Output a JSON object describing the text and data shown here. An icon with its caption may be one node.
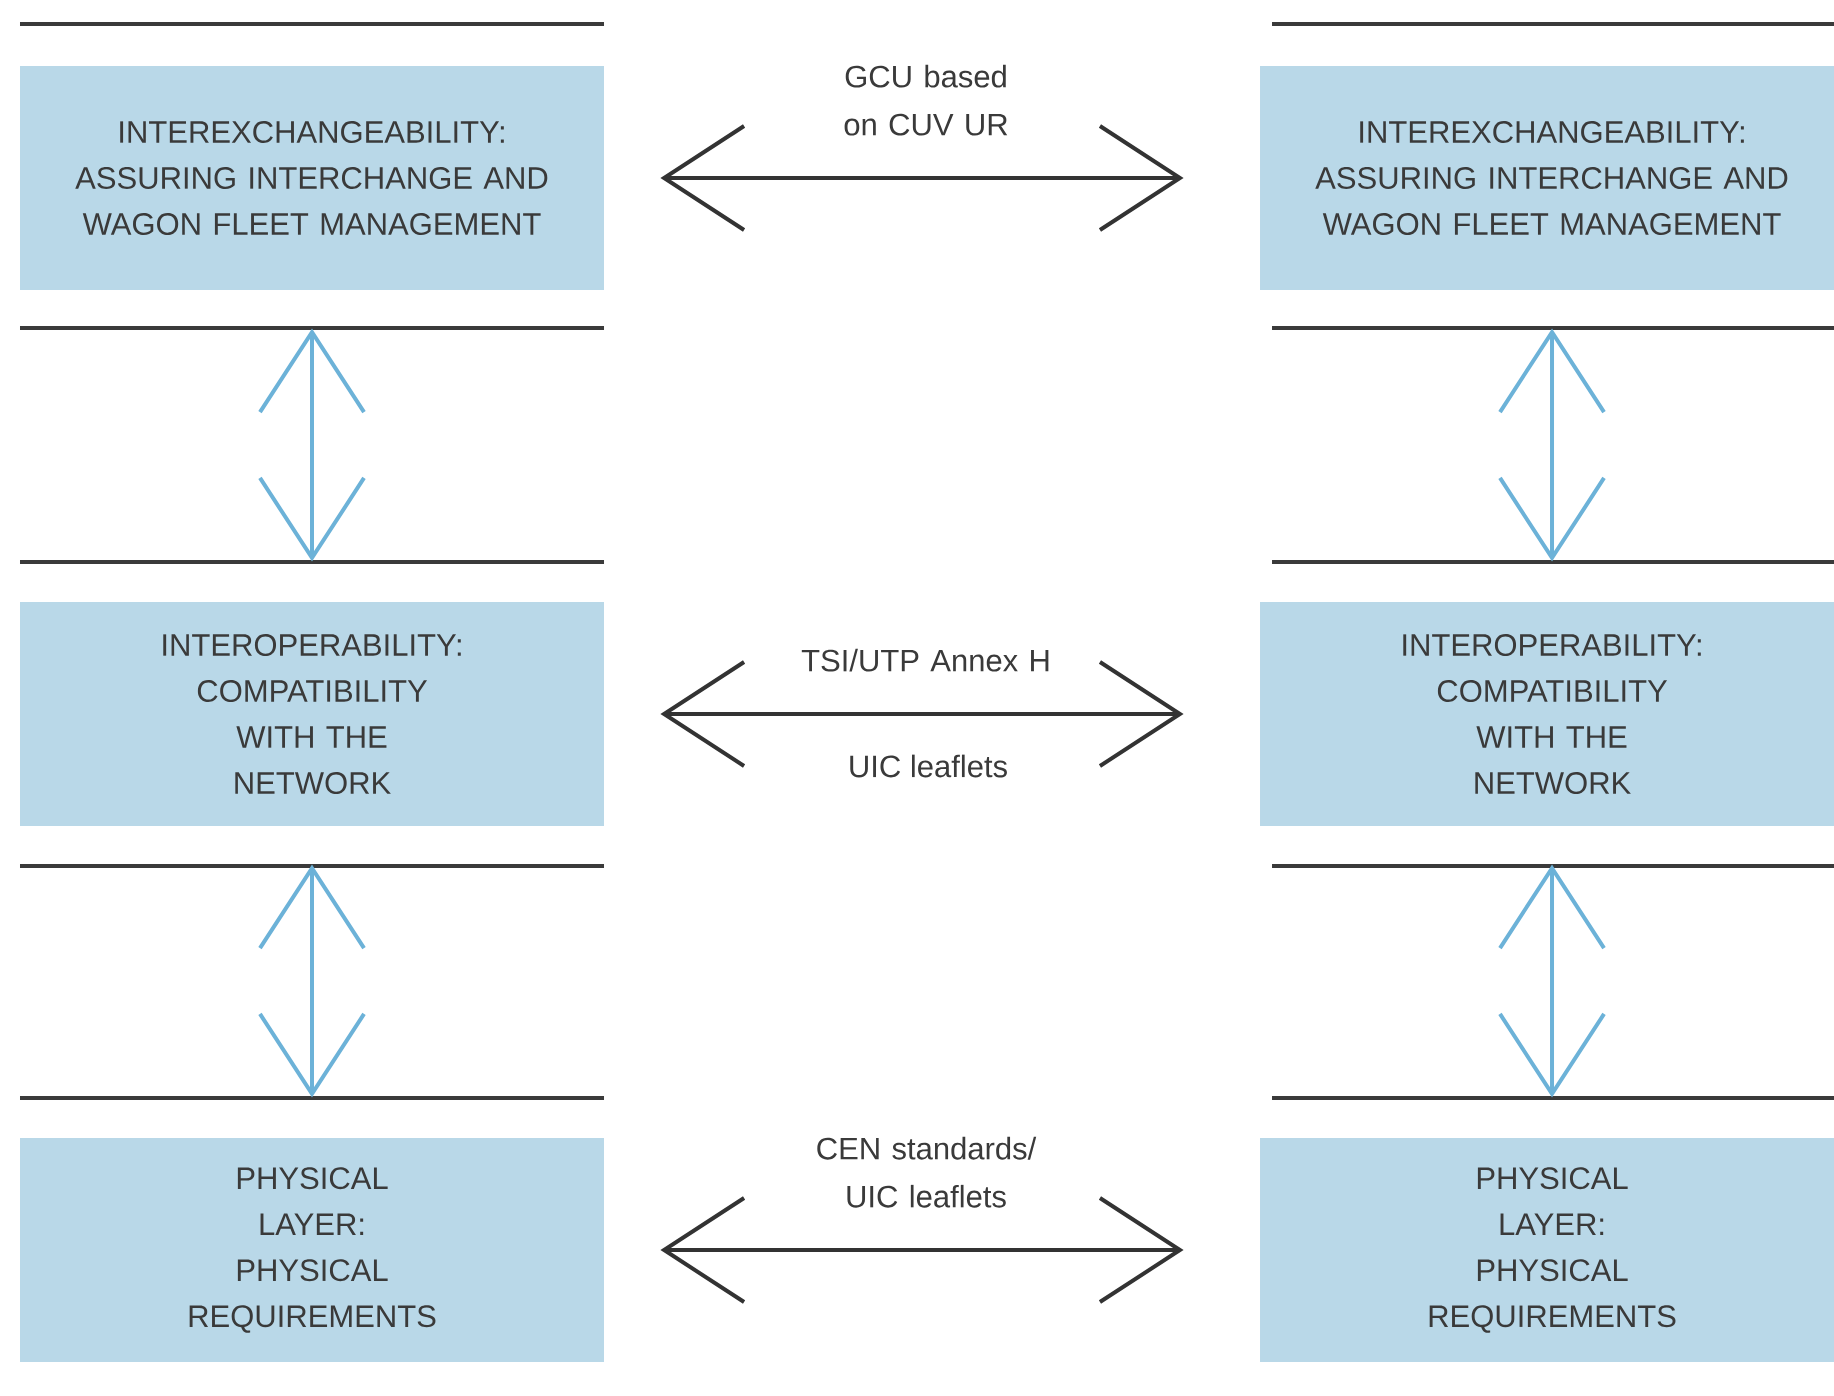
{
  "diagram": {
    "nodes": [
      {
        "text": [
          "INTEREXCHANGEABILITY: ASSURING INTERCHANGE AND WAGON FLEET MANAGEMENT"
        ]
      },
      {
        "text": [
          "INTEREXCHANGEABILITY: ASSURING INTERCHANGE AND WAGON FLEET MANAGEMENT"
        ]
      },
      {
        "text": [
          "INTEROPERABILITY: COMPATIBILITY WITH THE NETWORK"
        ]
      },
      {
        "text": [
          "INTEROPERABILITY: COMPATIBILITY WITH THE NETWORK"
        ]
      },
      {
        "text": [
          "PHYSICAL LAYER: PHYSICAL REQUIREMENTS"
        ]
      },
      {
        "text": [
          "PHYSICAL LAYER: PHYSICAL REQUIREMENTS"
        ]
      }
    ],
    "edges": [
      {
        "from": 0,
        "to": 1,
        "arrow": "both",
        "label": "GCU based on CUV UR",
        "color": "#333333"
      },
      {
        "from": 0,
        "to": 2,
        "arrow": "both"
      },
      {
        "from": 1,
        "to": 3,
        "arrow": "both"
      },
      {
        "from": 2,
        "to": 3,
        "arrow": "both",
        "label": "TSI/UTP Annex H",
        "color": "#333333"
      },
      {
        "from": 2,
        "to": 4,
        "arrow": "both"
      },
      {
        "from": 3,
        "to": 5,
        "arrow": "both"
      },
      {
        "from": 4,
        "to": 5,
        "arrow": "both",
        "label": "CEN standards/ UIC leaflets",
        "color": "#333333"
      }
    ],
    "labels": [
      "UIC leaflets"
    ]
  }
}
